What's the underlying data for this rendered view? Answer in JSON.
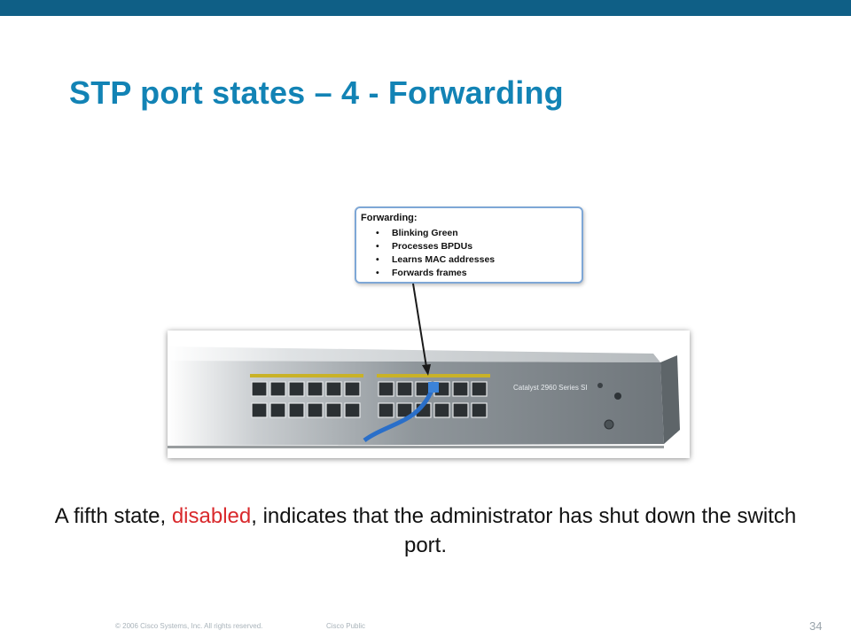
{
  "slide": {
    "title": "STP port states – 4 - Forwarding",
    "callout": {
      "heading": "Forwarding:",
      "bullets": [
        "Blinking Green",
        "Processes BPDUs",
        "Learns MAC addresses",
        "Forwards frames"
      ]
    },
    "switch": {
      "model_label": "Catalyst 2960 Series SI"
    },
    "caption": {
      "before": "A fifth state,",
      "highlight": "disabled",
      "after": ", indicates that the administrator has shut down the switch port."
    },
    "footer": {
      "copyright": "© 2006 Cisco Systems, Inc. All rights reserved.",
      "classification": "Cisco Public",
      "page_number": "34"
    }
  },
  "colors": {
    "top_bar": "#0f5f86",
    "title": "#1283b5",
    "highlight": "#d9292c",
    "callout_border": "#7ea7d6",
    "cable": "#2a6fc9"
  }
}
